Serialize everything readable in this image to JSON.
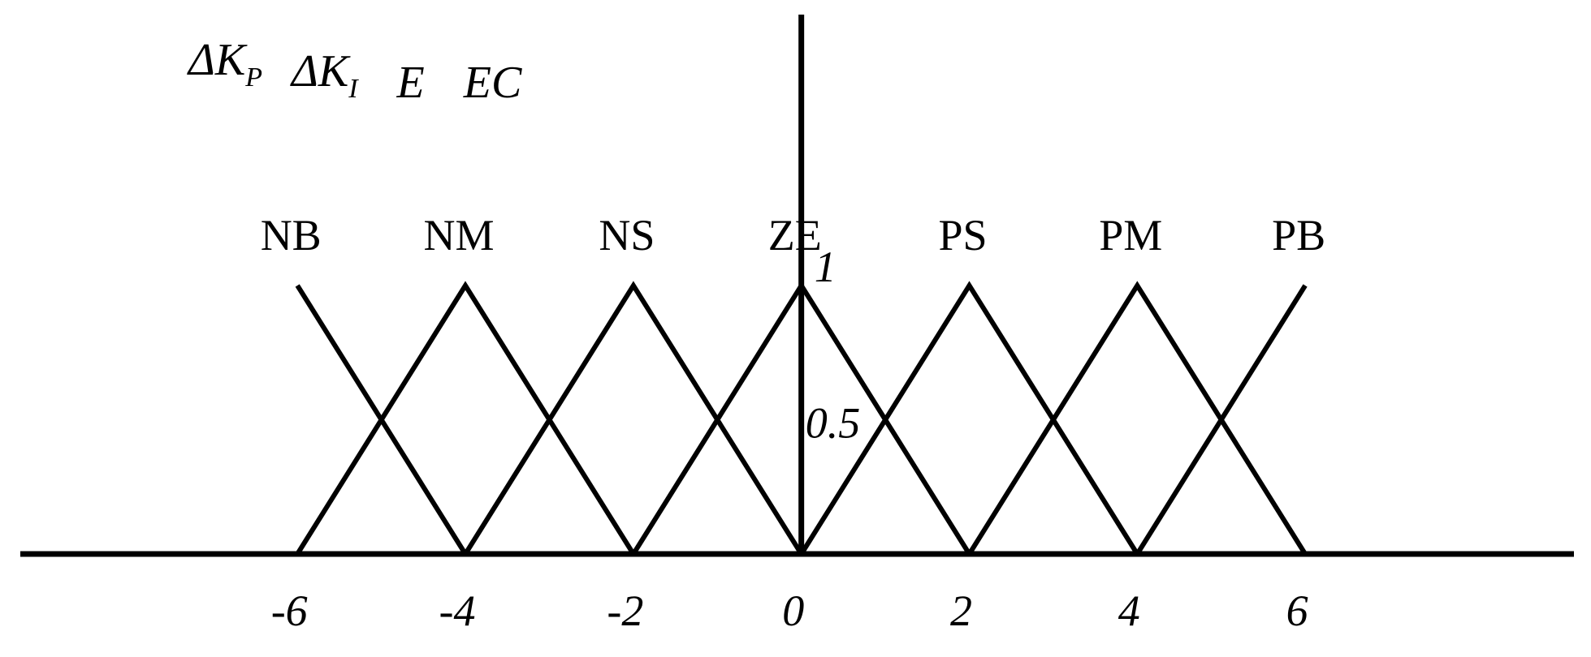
{
  "chart_data": {
    "type": "line",
    "title": "",
    "xlabel": "",
    "ylabel": "",
    "variables": [
      {
        "symbol": "ΔK",
        "subscript": "P"
      },
      {
        "symbol": "ΔK",
        "subscript": "I"
      },
      {
        "symbol": "E",
        "subscript": ""
      },
      {
        "symbol": "EC",
        "subscript": ""
      }
    ],
    "xlim": [
      -9.3,
      9.2
    ],
    "ylim": [
      0,
      1
    ],
    "x_ticks": [
      {
        "value": -6,
        "label": "-6"
      },
      {
        "value": -4,
        "label": "-4"
      },
      {
        "value": -2,
        "label": "-2"
      },
      {
        "value": 0,
        "label": "0"
      },
      {
        "value": 2,
        "label": "2"
      },
      {
        "value": 4,
        "label": "4"
      },
      {
        "value": 6,
        "label": "6"
      }
    ],
    "y_marks": [
      {
        "value": 1,
        "label": "1"
      },
      {
        "value": 0.5,
        "label": "0.5"
      }
    ],
    "series": [
      {
        "name": "NB",
        "x": [
          -6,
          -4
        ],
        "y": [
          1,
          0
        ]
      },
      {
        "name": "NM",
        "x": [
          -6,
          -4,
          -2
        ],
        "y": [
          0,
          1,
          0
        ]
      },
      {
        "name": "NS",
        "x": [
          -4,
          -2,
          0
        ],
        "y": [
          0,
          1,
          0
        ]
      },
      {
        "name": "ZE",
        "x": [
          -2,
          0,
          2
        ],
        "y": [
          0,
          1,
          0
        ]
      },
      {
        "name": "PS",
        "x": [
          0,
          2,
          4
        ],
        "y": [
          0,
          1,
          0
        ]
      },
      {
        "name": "PM",
        "x": [
          2,
          4,
          6
        ],
        "y": [
          0,
          1,
          0
        ]
      },
      {
        "name": "PB",
        "x": [
          4,
          6
        ],
        "y": [
          0,
          1
        ]
      }
    ],
    "grid": false,
    "legend": "none"
  }
}
